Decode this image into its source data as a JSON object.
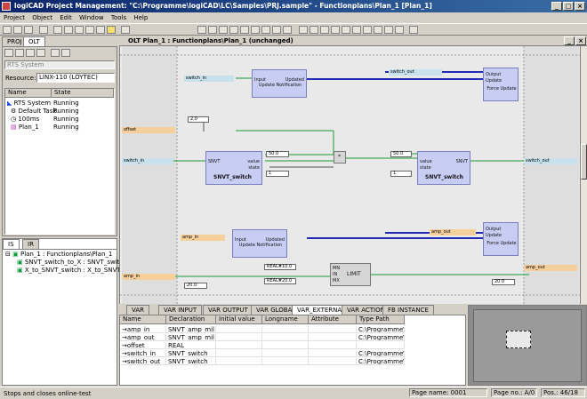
{
  "window": {
    "title": "logiCAD Project Management: \"C:\\Programme\\logiCAD\\LC\\Samples\\PRJ.sample\" - Functionplans\\Plan_1 [Plan_1]"
  },
  "menu": [
    "Project",
    "Object",
    "Edit",
    "Window",
    "Tools",
    "Help"
  ],
  "left_tabs": [
    "PROJ",
    "OLT"
  ],
  "left": {
    "system_field": "RTS System",
    "resource_label": "Resource:",
    "resource_value": "LINX-110 (LOYTEC)",
    "columns": [
      "Name",
      "State"
    ],
    "rows": [
      {
        "name": "RTS System",
        "state": "Running"
      },
      {
        "name": "Default Task",
        "state": "Running"
      },
      {
        "name": "100ms",
        "state": "Running"
      },
      {
        "name": "Plan_1",
        "state": "Running"
      }
    ]
  },
  "lower_tabs": [
    "IS",
    "IR"
  ],
  "tree": [
    "Plan_1 : Functionplans\\Plan_1",
    "SNVT_switch_to_X : SNVT_switc",
    "X_to_SNVT_switch : X_to_SNVT"
  ],
  "editor_title": "OLT Plan_1 : Functionplans\\Plan_1 (unchanged)",
  "diagram": {
    "vars": {
      "switch_in_top": "switch_in",
      "switch_out_top": "switch_out",
      "offset": "offset",
      "switch_in_mid": "switch_in",
      "switch_out_mid": "switch_out",
      "amp_in_low": "amp_in",
      "amp_out_low": "amp_out",
      "amp_in_bot": "amp_in",
      "amp_out_bot": "amp_out"
    },
    "consts": {
      "c1": "2.0",
      "c2": "50.0",
      "c3": "1",
      "c4": "50.0",
      "c5": "1",
      "c6": "20.0",
      "c7": "REAL#10.0",
      "c8": "REAL#20.0",
      "c9": "20.0"
    },
    "blocks": {
      "upd1": {
        "in": "Input",
        "out": "Updated",
        "name": "Update Notification"
      },
      "force1": {
        "in": "Output",
        "out": "Update",
        "name": "Force Update"
      },
      "snvt1": {
        "in1": "SNVT",
        "out1": "value",
        "out2": "state",
        "name": "SNVT_switch"
      },
      "snvt2": {
        "in1": "value",
        "in2": "state",
        "out1": "SNVT",
        "name": "SNVT_switch"
      },
      "mul": {
        "name": "*"
      },
      "upd2": {
        "in": "Input",
        "out": "Updated",
        "name": "Update Notification"
      },
      "force2": {
        "in": "Output",
        "out": "Update",
        "name": "Force Update"
      },
      "limit": {
        "mn": "MN",
        "in": "IN",
        "mx": "MX",
        "name": "LIMIT"
      }
    }
  },
  "var_tabs": [
    "VAR",
    "VAR INPUT",
    "VAR OUTPUT",
    "VAR GLOBAL",
    "VAR_EXTERNAL",
    "VAR ACTION",
    "FB INSTANCE"
  ],
  "var_columns": [
    "Name",
    "Declaration",
    "Initial value",
    "Longname",
    "Attribute",
    "Type Path"
  ],
  "var_rows": [
    {
      "name": "amp_in",
      "decl": "SNVT_amp_mil",
      "path": "C:\\Programme\\l..."
    },
    {
      "name": "amp_out",
      "decl": "SNVT_amp_mil",
      "path": "C:\\Programme\\l..."
    },
    {
      "name": "offset",
      "decl": "REAL",
      "path": ""
    },
    {
      "name": "switch_in",
      "decl": "SNVT_switch",
      "path": "C:\\Programme\\l..."
    },
    {
      "name": "switch_out",
      "decl": "SNVT_switch",
      "path": "C:\\Programme\\l..."
    }
  ],
  "status": {
    "message": "Stops and closes online-test",
    "page_name_label": "Page name:",
    "page_name": "0001",
    "page_no_label": "Page no.:",
    "page_no": "A/0",
    "pos_label": "Pos.:",
    "pos": "46/18"
  },
  "colors": {
    "title_start": "#0a246a",
    "block_fill": "#c8cdf4",
    "in_var": "#c7e2ec",
    "out_var": "#f6cf9a",
    "wire_active": "#1f2ab5"
  }
}
